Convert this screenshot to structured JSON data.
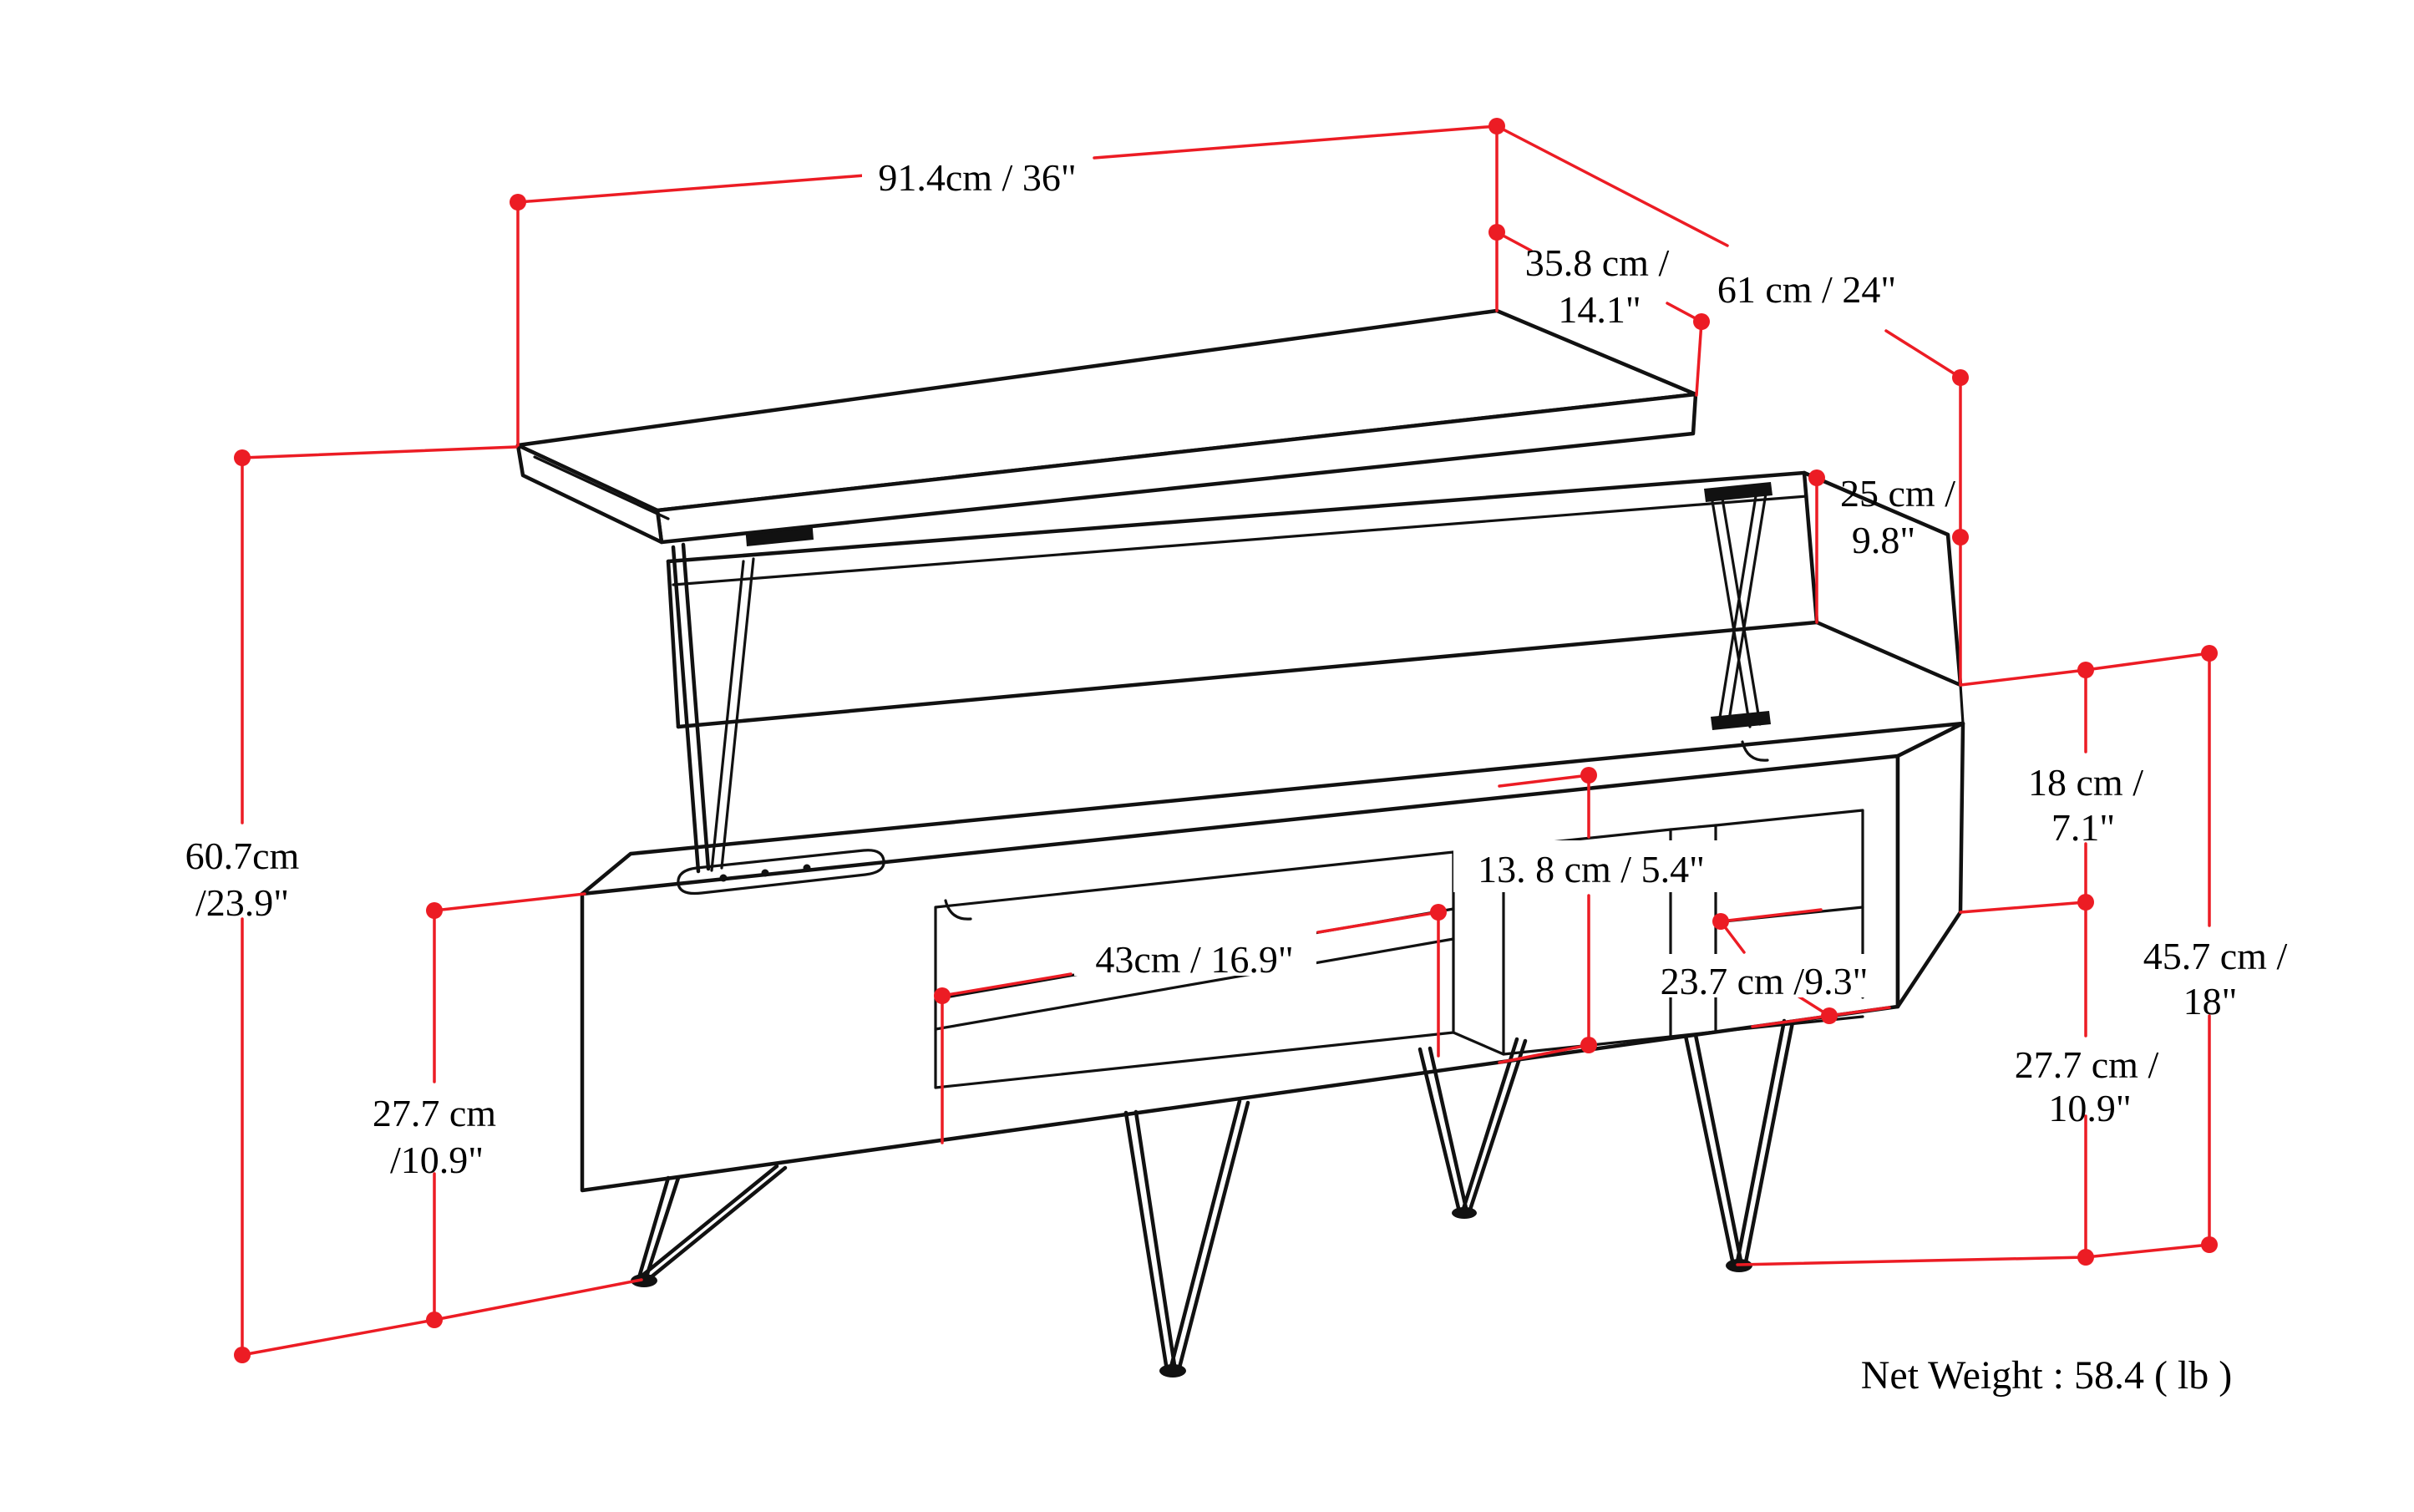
{
  "figure": {
    "type": "product-dimension-diagram",
    "subject": "lift-top coffee table with hairpin legs and open storage shelves"
  },
  "colors": {
    "dimension_red": "#ec1c24",
    "line_art_black": "#111111",
    "background": "#ffffff",
    "text": "#000000"
  },
  "dims": {
    "top_width": "91.4cm / 36\"",
    "lift_clearance_line1": "35.8 cm /",
    "lift_clearance_line2": "14.1\"",
    "top_depth": "61 cm / 24\"",
    "lift_height_line1": "25 cm /",
    "lift_height_line2": "9.8\"",
    "overall_height_open_line1": "60.7cm",
    "overall_height_open_line2": "/23.9\"",
    "leg_height_left_line1": "27.7 cm",
    "leg_height_left_line2": "/10.9\"",
    "left_shelf_width": "43cm / 16.9\"",
    "middle_shelf_width": "13. 8 cm / 5.4\"",
    "right_shelf_depth": "23.7 cm /9.3\"",
    "shelf_opening_height_line1": "18 cm /",
    "shelf_opening_height_line2": "7.1\"",
    "overall_height_closed_line1": "45.7 cm /",
    "overall_height_closed_line2": "18\"",
    "leg_height_right_line1": "27.7 cm /",
    "leg_height_right_line2": "10.9\""
  },
  "net_weight": "Net Weight : 58.4 ( lb )"
}
